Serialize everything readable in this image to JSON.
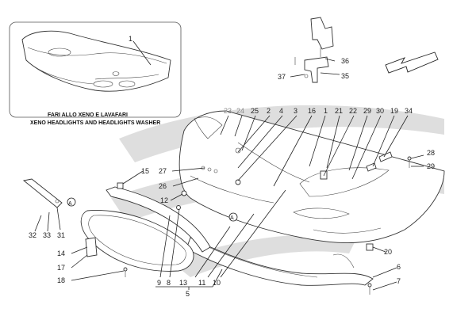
{
  "inset": {
    "caption_it": "FARI ALLO XENO E LAVAFARI",
    "caption_en": "XENO HEADLIGHTS AND HEADLIGHTS WASHER"
  },
  "callouts": {
    "n1": "1",
    "n2": "2",
    "n3": "3",
    "n4": "4",
    "n5": "5",
    "n6": "6",
    "n7": "7",
    "n8": "8",
    "n9": "9",
    "n10": "10",
    "n11": "11",
    "n12": "12",
    "n13": "13",
    "n14": "14",
    "n15": "15",
    "n16": "16",
    "n17": "17",
    "n18": "18",
    "n19": "19",
    "n20": "20",
    "n21": "21",
    "n22": "22",
    "n23": "23",
    "n24": "24",
    "n25": "25",
    "n26": "26",
    "n27": "27",
    "n28": "28",
    "n29": "29",
    "n30": "30",
    "n31": "31",
    "n32": "32",
    "n33": "33",
    "n34": "34",
    "n35": "35",
    "n36": "36",
    "n37": "37",
    "inset1": "1"
  },
  "markers": {
    "a": "A"
  },
  "colors": {
    "watermark": "#d9d9d9",
    "line": "#222222",
    "callout_grey": "#888888"
  }
}
